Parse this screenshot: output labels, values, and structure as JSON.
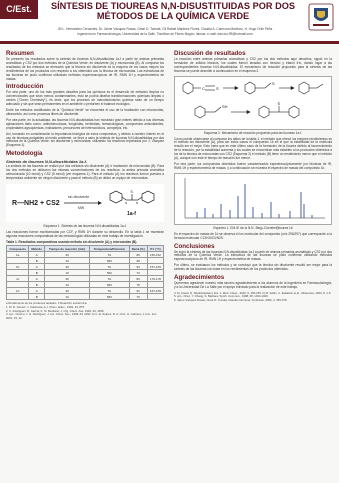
{
  "header": {
    "badge": "C/Est. 58",
    "title": "SÍNTESIS DE TIOUREAS N,N-DISUSTITUIDAS POR DOS MÉTODOS DE LA QUÍMICA VERDE",
    "authors": "Gil L. Hernández Cervantes, Dr. Jaime Vázquez Rosas, Omar D. Tomalá, Gil Rafael Martínez Flores, Claudia A. Carmona Martínez, H. Hugo Ortiz Peña",
    "affiliation": "Ingeniería en Farmacobiología, Universidad de la Salle, Tlachtlan de Flores Magón, llamas, e-mail: das.lou.99@hotmail.com"
  },
  "left": {
    "resumen_h": "Resumen",
    "resumen": "Se presentó los resultados sobre la síntesis de tioureas N,N-disustituidas 1a-f a partir de aminas primarias aromáticas y CS2 por dos métodos de la Química Verde: en disolvente (A) y microondas (B). Al comparar los resultados de los métodos se demostró que la técnica sin disolvente es la mayoría de los casos mejoró los rendimientos de los productos con respecto a los obtenidos con la técnica de microondas. Las estructuras de las tioureas se pudo confirmar utilizando métodos espectroscópicos de IR, RMN 1H y espectrometría de masas.",
    "intro_h": "Introducción",
    "intro1": "Por otra parte, uno de los más grandes desafíos para los químicos es el desarrollo de métodos limpios no convencionales que sean menos contaminantes, esto se podría diseñar transformaciones químicas limpias o verdes (\"Green Chemistry\"), es decir, que los procesos de manufacturación química sean de un tiempo adecuado y sin que sean permanentes en el ambiente o perturben el balance ecológico.",
    "intro2": "Entre los métodos modificados de la \"Química Verde\" se encuentra el uso de la irradiación con microondas, ultrasonido, así como procesos libres de disolvente.",
    "intro3": "Por otra parte, en la actualidad, las tioureas N,N-disustituidas han mostrado gran interés debido a sus diversas aplicaciones tales como: antituberculosas, fungicidas, herbicidas, farmacológicas, compuestos antioxidantes, propiedades agroquímicas, indicadores, precursores de heterocíclicos, complejos, etc.",
    "intro4": "Así, tomando en consideración la importancia biológica de estos compuestos, y debido a nuestro interés en el uso de técnicas amigables al medio ambiente, se llevó a cabo la síntesis de tioureas N,N-disustituidas por dos métodos de la Química Verde: sin disolvente y microondas, utilizando los reactivos reportados por J. Vázquez (Esquema 1).",
    "metod_h": "Metodología",
    "sint_h": "Síntesis de tioureas N,N-disustituidas 1a-f.",
    "metod1": "La síntesis de las tioureas se realizó por dos métodos sin disolvente (A) e irradiación de microondas (B). Para los dos métodos se utilizaron las mismas concentraciones de los reactivos: la amina primaria aromática seleccionada (10 mmol) y CS2 (5 mmol) (ver esquema 1). Para el método (A) los reactivos fueron puestos a temperatura ambiente sin ningún disolvente y para el método (B) se utilizó un equipo de microondas.",
    "scheme_reagent": "R—NH2 + CS2",
    "scheme_arrow_top": "sin disolvente",
    "scheme_arrow_bot": "MW",
    "scheme_product": "1a-f",
    "scheme_caption": "Esquema 1. Síntesis de las tioureas N,N-disustituidas 1a-f.",
    "metod2": "Las reacciones fueron monitoreadas por CCF, y RMN 1H durante su desarrollo. En la tabla 1 se muestran algunas reacciones comparativas de las metodologías utilizadas en este trabajo de investigación.",
    "table_caption": "Tabla 1. Resultados comparativos usando método sin disolvente (A) y microondas (B).",
    "table_headers": [
      "Compuesto",
      "Método",
      "Tiempo de reacción (min)",
      "Temperatura/Potencia",
      "Rend.(%)",
      "P.f. (°C)"
    ],
    "table_rows": [
      [
        "1a",
        "A",
        "30",
        "TA",
        "80",
        "150-152"
      ],
      [
        "",
        "B",
        "10",
        "560",
        "68",
        ""
      ],
      [
        "1b",
        "A",
        "30",
        "TA",
        "93",
        "157-159"
      ],
      [
        "",
        "B",
        "10",
        "560",
        "72",
        ""
      ],
      [
        "1c",
        "A",
        "30",
        "TA",
        "89",
        "176-178"
      ],
      [
        "",
        "B",
        "10",
        "560",
        "75",
        ""
      ],
      [
        "1d",
        "A",
        "30",
        "TA",
        "91",
        "167-169"
      ],
      [
        "",
        "B",
        "10",
        "560",
        "70",
        ""
      ]
    ],
    "table_note": "a Rendimiento de los productos aislados. b Reacción exotérmica.",
    "refs": [
      "1. M. D. Gómez; J. Cárdenas; A.J. Chem. Educ., 1992, 33, 875.",
      "2. C. Rodríguez; R. García; K. M. Medrano; J. Org. Chem. Ass. 1993, 29, 1059.",
      "3. a) L. Orozco; J. G. Rodríguez; J. Am. Chem. Soc., 1999, 63, 2252. b) C. E. Suárez, R. A. Cruz, H. Cabrera; J. Frm. Ind., 2001, 33, 12."
    ]
  },
  "right": {
    "disc_h": "Discusión de resultados",
    "disc1": "La reacción entre aminas primarias aromáticas y CS2 por los dos métodos aquí descritos, siguió en la formación de sólidos blancos, los cuales fueron lavados con hexano y etanol frío, dando lugar a las correspondientes tioureas N,N-disustituidas. El mecanismo de reacción propuesto para la síntesis de las tioureas se puede describir a continuación en el esquema 2.",
    "mech_caption": "Esquema 2. Mecanismo de reacción propuesto para las tioureas 1a-f.",
    "disc2": "Como puede observarse al comparar los datos de la tabla 1, el método que ofrece los mejores rendimientos es el método sin disolvente (A), para ser estos casos el compuesto 1b en el que la estabilidad de la molécula resultó ser el mejor. Esto fuera que en este último caso de la formación de la tiourea debido al favorecimiento de la reacción, por la estabilidad aumenta y los cuales se encuentran más estables a los productos obtenidos a los de la técnica de microondas con CS2 (Esquema 2) el método (B) tiene un rendimiento menor que el método (A), aunque con este el tiempo de reacción fue menor.",
    "disc3": "Por otra parte, los compuestos obtenidos fueron caracterizados espectroscópicamente por técnicas de IR, RMN 1H y espectrometría de masas, y a continuación se muestra el espectro de masas del compuesto 1b.",
    "ms_caption": "Espectro 1. EM-IE de la N,N´-Bis(p-Clorofenil)tiourea 1b",
    "disc4": "En el espectro de masas de 1b se observa el ion molecular del compuesto (m/z 296/297) que corresponde a la fórmula molecular C13H10Cl2N2S.",
    "concl_h": "Conclusiones",
    "concl1": "Se logró la síntesis de las tioureas N,N-disustituidas 1a-f a partir de aminas primarias aromáticas y CS2 por dos métodos de la Química Verde. La estructura de las tioureas se pudo confirmar utilizando métodos espectroscópicos de IR, RMN 1H y espectrometría de masas.",
    "concl2": "Por último, se evaluaron los métodos y se concluyó que la técnica sin disolvente resultó ser mejor para la síntesis de las tioureas con base en los rendimientos de los productos obtenidos.",
    "agrad_h": "Agradecimientos",
    "agrad": "Queremos agradecer nuestro más sincero agradecimiento a los alumnos de la Ingeniería en Farmacobiología, y a la Universidad De La Salle por el apoyo brindado para la realización de este trabajo.",
    "refs": [
      "4. M. Anwar, N. Sheikholeslami; Eur. J. Med. Chem., 2002, 6, 150-155. b) M. Sahin, C. Eskikisar et al., Molecules, 2003, 8, 1-5.",
      "5. a) L. Chen, Y. Chang, S. Barbara; Synth. Commun., 1998, 28, 1043-1049.",
      "6. Jaime Vázquez Rosas, Omar D. Tomalá, Claudia Carmona; Synthesis, 2006, 3, 365-378."
    ]
  }
}
